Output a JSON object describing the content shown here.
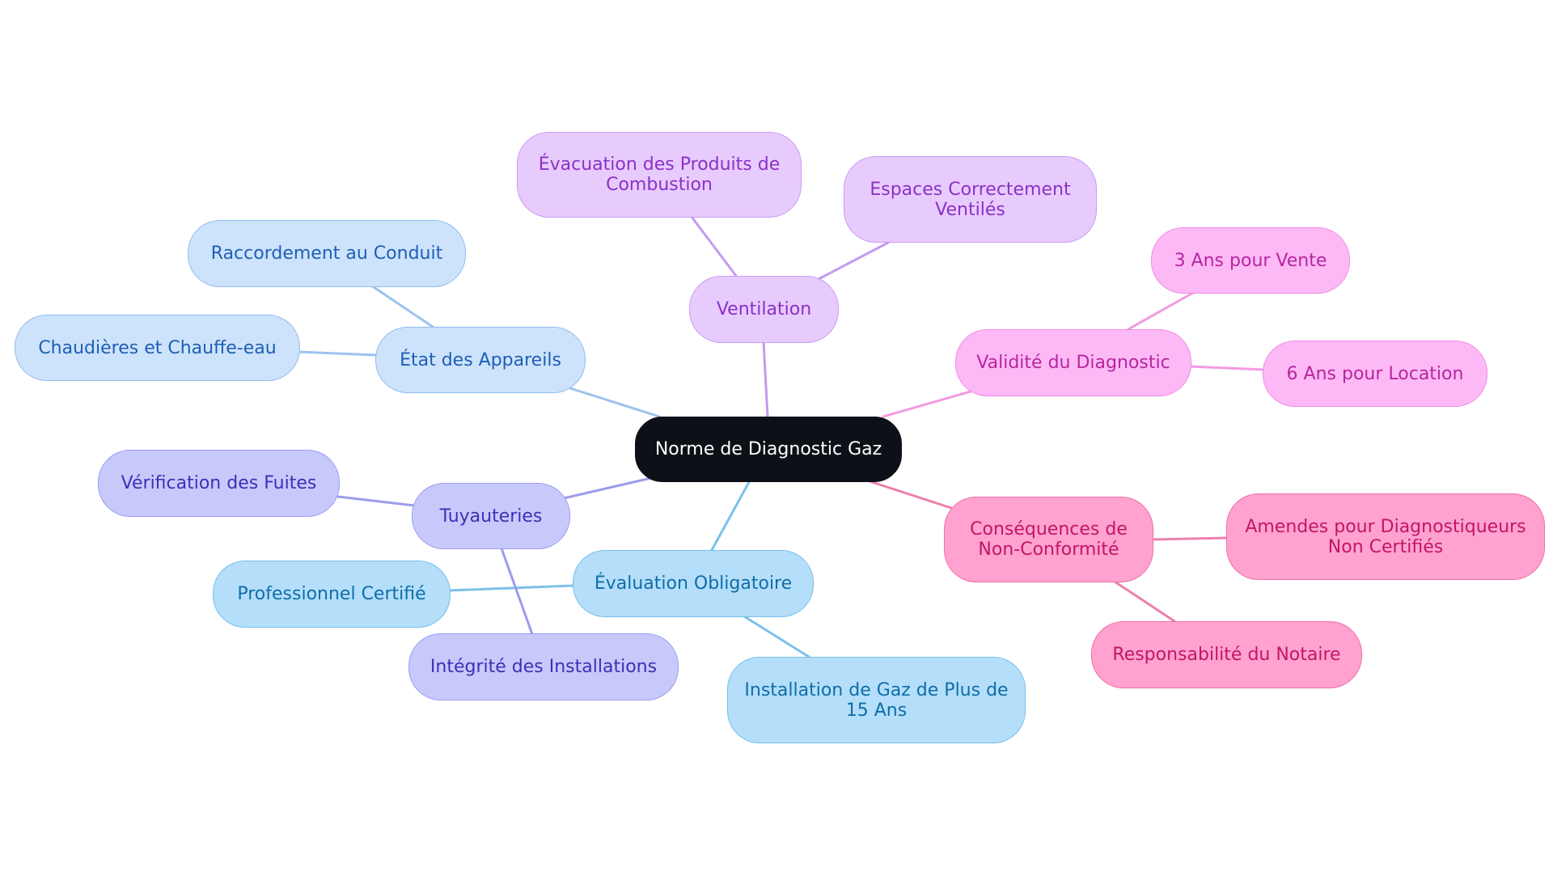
{
  "colors": {
    "root": {
      "fill": "#0d1117",
      "stroke": "#0d1117",
      "text": "#ffffff"
    },
    "appareils": {
      "fill": "#cde3fb",
      "stroke": "#90bdf0",
      "text": "#1e5fb5",
      "edge": "#9cc3ee"
    },
    "ventilation": {
      "fill": "#e8cbfd",
      "stroke": "#c89cf3",
      "text": "#8b31c7",
      "edge": "#c59af0"
    },
    "validite": {
      "fill": "#fdb9f6",
      "stroke": "#f08be6",
      "text": "#b8259f",
      "edge": "#f29ae3"
    },
    "consequences": {
      "fill": "#ffa2cf",
      "stroke": "#ee6fab",
      "text": "#c21667",
      "edge": "#ee7fae"
    },
    "evaluation": {
      "fill": "#b4def9",
      "stroke": "#78c0ec",
      "text": "#0f6ea8",
      "edge": "#7cc1ea"
    },
    "tuyauteries": {
      "fill": "#c8c9fb",
      "stroke": "#9c9df0",
      "text": "#3b31b5",
      "edge": "#9b9cec"
    }
  },
  "root": {
    "label": "Norme de Diagnostic Gaz"
  },
  "branches": [
    {
      "id": "appareils",
      "label": "État des Appareils",
      "children": [
        "Raccordement au Conduit",
        "Chaudières et Chauffe-eau"
      ]
    },
    {
      "id": "ventilation",
      "label": "Ventilation",
      "children": [
        "Évacuation des Produits de Combustion",
        "Espaces Correctement Ventilés"
      ]
    },
    {
      "id": "validite",
      "label": "Validité du Diagnostic",
      "children": [
        "3 Ans pour Vente",
        "6 Ans pour Location"
      ]
    },
    {
      "id": "consequences",
      "label": "Conséquences de Non-Conformité",
      "children": [
        "Amendes pour Diagnostiqueurs Non Certifiés",
        "Responsabilité du Notaire"
      ]
    },
    {
      "id": "evaluation",
      "label": "Évaluation Obligatoire",
      "children": [
        "Professionnel Certifié",
        "Installation de Gaz de Plus de 15 Ans"
      ]
    },
    {
      "id": "tuyauteries",
      "label": "Tuyauteries",
      "children": [
        "Vérification des Fuites",
        "Intégrité des Installations"
      ]
    }
  ]
}
